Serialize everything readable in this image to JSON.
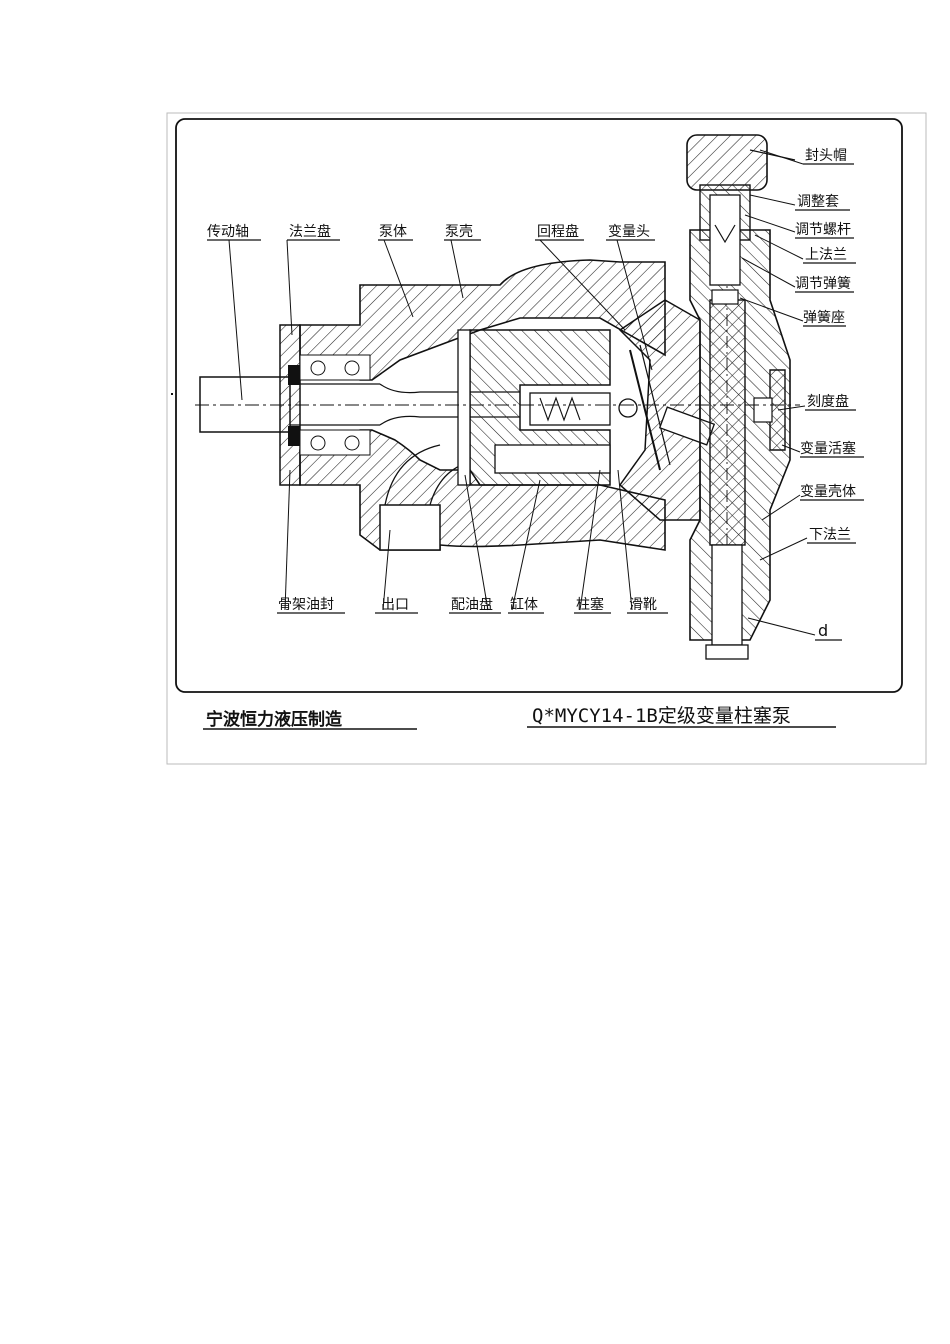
{
  "drawing": {
    "callouts_top": [
      "传动轴",
      "法兰盘",
      "泵体",
      "泵壳",
      "回程盘",
      "变量头"
    ],
    "callouts_right": [
      "封头帽",
      "调整套",
      "调节螺杆",
      "上法兰",
      "调节弹簧",
      "弹簧座",
      "刻度盘",
      "变量活塞",
      "变量壳体",
      "下法兰",
      "d"
    ],
    "callouts_bottom": [
      "骨架油封",
      "出口",
      "配油盘",
      "缸体",
      "柱塞",
      "滑靴"
    ]
  },
  "title_block": {
    "manufacturer": "宁波恒力液压制造",
    "model_title": "Q*MYCY14-1B定级变量柱塞泵"
  }
}
